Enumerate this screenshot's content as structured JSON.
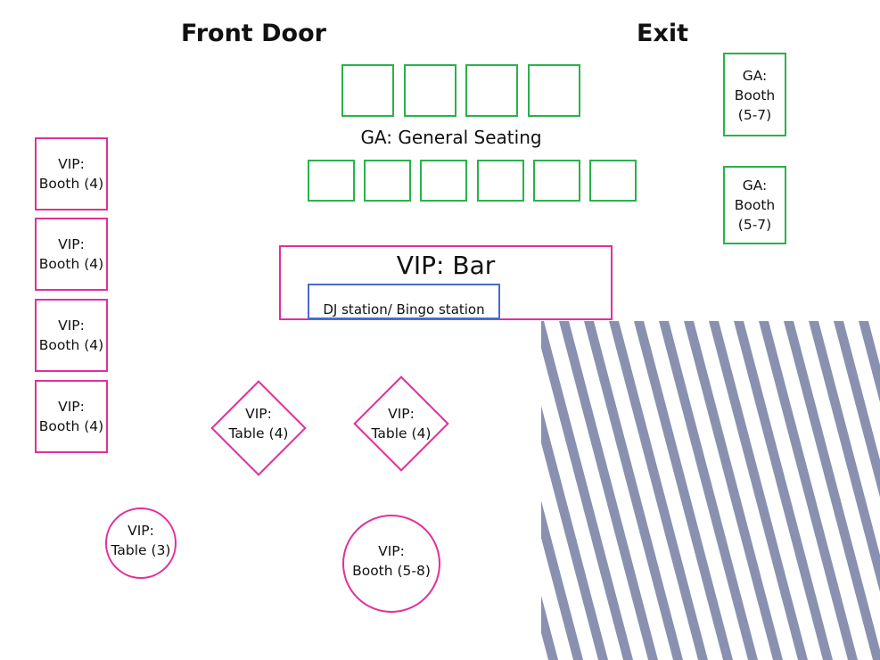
{
  "headings": {
    "front_door": "Front Door",
    "exit": "Exit"
  },
  "ga": {
    "general_seating_label": "GA: General Seating",
    "booth_top": {
      "line1": "GA:",
      "line2": "Booth",
      "line3": "(5-7)"
    },
    "booth_bottom": {
      "line1": "GA:",
      "line2": "Booth",
      "line3": "(5-7)"
    }
  },
  "vip_bar": {
    "label": "VIP: Bar",
    "dj_station": "DJ station/ Bingo station"
  },
  "vip_booths": [
    {
      "line1": "VIP:",
      "line2": "Booth (4)"
    },
    {
      "line1": "VIP:",
      "line2": "Booth (4)"
    },
    {
      "line1": "VIP:",
      "line2": "Booth (4)"
    },
    {
      "line1": "VIP:",
      "line2": "Booth (4)"
    }
  ],
  "vip_tables": [
    {
      "line1": "VIP:",
      "line2": "Table (4)"
    },
    {
      "line1": "VIP:",
      "line2": "Table (4)"
    }
  ],
  "vip_round_small": {
    "line1": "VIP:",
    "line2": "Table (3)"
  },
  "vip_round_large": {
    "line1": "VIP:",
    "line2": "Booth (5-8)"
  },
  "colors": {
    "ga": "#2ab24a",
    "vip": "#e0309a",
    "dj": "#4a6ad0",
    "hatch": "#8a91b0"
  }
}
